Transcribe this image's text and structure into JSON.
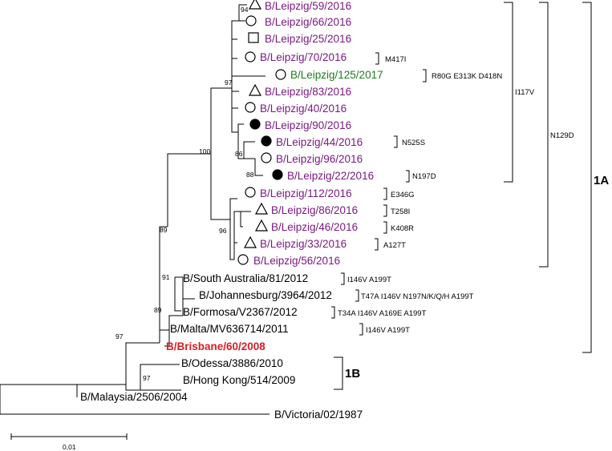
{
  "colors": {
    "purple": "#7b1a83",
    "green": "#1e7d1e",
    "red": "#d61f26",
    "black": "#000000"
  },
  "leaves": [
    {
      "label": "B/Leipzig/59/2016",
      "color": "purple",
      "marker": "triangle"
    },
    {
      "label": "B/Leipzig/66/2016",
      "color": "purple",
      "marker": "circle"
    },
    {
      "label": "B/Leipzig/25/2016",
      "color": "purple",
      "marker": "square"
    },
    {
      "label": "B/Leipzig/70/2016",
      "color": "purple",
      "marker": "circle"
    },
    {
      "label": "B/Leipzig/125/2017",
      "color": "green",
      "marker": "circle"
    },
    {
      "label": "B/Leipzig/83/2016",
      "color": "purple",
      "marker": "triangle"
    },
    {
      "label": "B/Leipzig/40/2016",
      "color": "purple",
      "marker": "circle"
    },
    {
      "label": "B/Leipzig/90/2016",
      "color": "purple",
      "marker": "filled-circle"
    },
    {
      "label": "B/Leipzig/44/2016",
      "color": "purple",
      "marker": "filled-circle"
    },
    {
      "label": "B/Leipzig/96/2016",
      "color": "purple",
      "marker": "circle"
    },
    {
      "label": "B/Leipzig/22/2016",
      "color": "purple",
      "marker": "filled-circle"
    },
    {
      "label": "B/Leipzig/112/2016",
      "color": "purple",
      "marker": "circle"
    },
    {
      "label": "B/Leipzig/86/2016",
      "color": "purple",
      "marker": "triangle"
    },
    {
      "label": "B/Leipzig/46/2016",
      "color": "purple",
      "marker": "triangle"
    },
    {
      "label": "B/Leipzig/33/2016",
      "color": "purple",
      "marker": "triangle"
    },
    {
      "label": "B/Leipzig/56/2016",
      "color": "purple",
      "marker": "circle"
    },
    {
      "label": "B/South Australia/81/2012",
      "color": "black",
      "marker": "none"
    },
    {
      "label": "B/Johannesburg/3964/2012",
      "color": "black",
      "marker": "none"
    },
    {
      "label": "B/Formosa/V2367/2012",
      "color": "black",
      "marker": "none"
    },
    {
      "label": "B/Malta/MV636714/2011",
      "color": "black",
      "marker": "none"
    },
    {
      "label": "B/Brisbane/60/2008",
      "color": "red",
      "marker": "none",
      "bold": true
    },
    {
      "label": "B/Odessa/3886/2010",
      "color": "black",
      "marker": "none"
    },
    {
      "label": "B/Hong Kong/514/2009",
      "color": "black",
      "marker": "none"
    },
    {
      "label": "B/Malaysia/2506/2004",
      "color": "black",
      "marker": "none"
    },
    {
      "label": "B/Victoria/02/1987",
      "color": "black",
      "marker": "none"
    }
  ],
  "bootstrap_values": [
    "94",
    "97",
    "100",
    "86",
    "88",
    "96",
    "89",
    "91",
    "89",
    "97",
    "97"
  ],
  "mutations": [
    "M417I",
    "R80G E313K D418N",
    "N525S",
    "N197D",
    "E346G",
    "T258I",
    "K408R",
    "A127T",
    "I146V A199T",
    "T47A I146V N197N/K/Q/H A199T",
    "T34A I146V A169E A199T",
    "I146V A199T"
  ],
  "clade_brackets": {
    "i117v": "I117V",
    "n129d": "N129D",
    "clade_1a": "1A",
    "clade_1b": "1B"
  },
  "scale_bar": {
    "label": "0,01"
  }
}
